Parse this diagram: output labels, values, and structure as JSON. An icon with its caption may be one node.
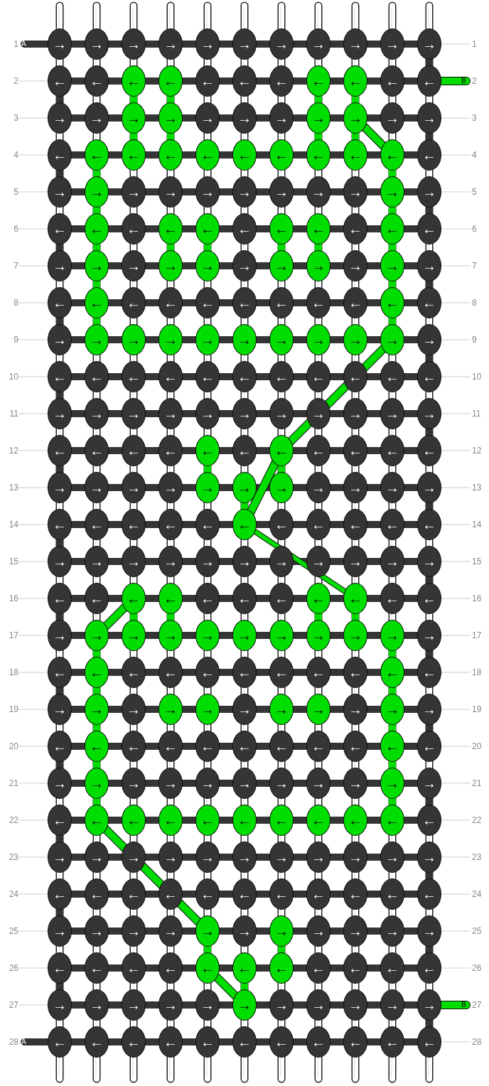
{
  "diagram": {
    "nodes": [
      {
        "text": [
          "→"
        ]
      },
      {
        "text": [
          "→"
        ]
      },
      {
        "text": [
          "→"
        ]
      },
      {
        "text": [
          "→"
        ]
      },
      {
        "text": [
          "→"
        ]
      },
      {
        "text": [
          "→"
        ]
      },
      {
        "text": [
          "→"
        ]
      },
      {
        "text": [
          "→"
        ]
      },
      {
        "text": [
          "→"
        ]
      },
      {
        "text": [
          "→"
        ]
      },
      {
        "text": [
          "→"
        ]
      },
      {
        "text": [
          "←"
        ]
      },
      {
        "text": [
          "←"
        ]
      },
      {
        "text": [
          "←"
        ]
      },
      {
        "text": [
          "←"
        ]
      },
      {
        "text": [
          "←"
        ]
      },
      {
        "text": [
          "←"
        ]
      },
      {
        "text": [
          "←"
        ]
      },
      {
        "text": [
          "←"
        ]
      },
      {
        "text": [
          "←"
        ]
      },
      {
        "text": [
          "←"
        ]
      },
      {
        "text": [
          "←"
        ]
      },
      {
        "text": [
          "→"
        ]
      },
      {
        "text": [
          "→"
        ]
      },
      {
        "text": [
          "→"
        ]
      },
      {
        "text": [
          "→"
        ]
      },
      {
        "text": [
          "→"
        ]
      },
      {
        "text": [
          "→"
        ]
      },
      {
        "text": [
          "→"
        ]
      },
      {
        "text": [
          "→"
        ]
      },
      {
        "text": [
          "→"
        ]
      },
      {
        "text": [
          "→"
        ]
      },
      {
        "text": [
          "→"
        ]
      },
      {
        "text": [
          "←"
        ]
      },
      {
        "text": [
          "←"
        ]
      },
      {
        "text": [
          "←"
        ]
      },
      {
        "text": [
          "←"
        ]
      },
      {
        "text": [
          "←"
        ]
      },
      {
        "text": [
          "←"
        ]
      },
      {
        "text": [
          "←"
        ]
      },
      {
        "text": [
          "←"
        ]
      },
      {
        "text": [
          "←"
        ]
      },
      {
        "text": [
          "←"
        ]
      },
      {
        "text": [
          "←"
        ]
      },
      {
        "text": [
          "→"
        ]
      },
      {
        "text": [
          "→"
        ]
      },
      {
        "text": [
          "→"
        ]
      },
      {
        "text": [
          "→"
        ]
      },
      {
        "text": [
          "→"
        ]
      },
      {
        "text": [
          "→"
        ]
      },
      {
        "text": [
          "→"
        ]
      },
      {
        "text": [
          "→"
        ]
      },
      {
        "text": [
          "→"
        ]
      },
      {
        "text": [
          "→"
        ]
      },
      {
        "text": [
          "→"
        ]
      },
      {
        "text": [
          "←"
        ]
      },
      {
        "text": [
          "←"
        ]
      },
      {
        "text": [
          "←"
        ]
      },
      {
        "text": [
          "←"
        ]
      },
      {
        "text": [
          "←"
        ]
      },
      {
        "text": [
          "←"
        ]
      },
      {
        "text": [
          "←"
        ]
      },
      {
        "text": [
          "←"
        ]
      },
      {
        "text": [
          "←"
        ]
      },
      {
        "text": [
          "←"
        ]
      },
      {
        "text": [
          "←"
        ]
      },
      {
        "text": [
          "→"
        ]
      },
      {
        "text": [
          "→"
        ]
      },
      {
        "text": [
          "→"
        ]
      },
      {
        "text": [
          "→"
        ]
      },
      {
        "text": [
          "→"
        ]
      },
      {
        "text": [
          "→"
        ]
      },
      {
        "text": [
          "→"
        ]
      },
      {
        "text": [
          "→"
        ]
      },
      {
        "text": [
          "→"
        ]
      },
      {
        "text": [
          "→"
        ]
      },
      {
        "text": [
          "→"
        ]
      },
      {
        "text": [
          "←"
        ]
      },
      {
        "text": [
          "←"
        ]
      },
      {
        "text": [
          "←"
        ]
      },
      {
        "text": [
          "←"
        ]
      },
      {
        "text": [
          "←"
        ]
      },
      {
        "text": [
          "←"
        ]
      },
      {
        "text": [
          "←"
        ]
      },
      {
        "text": [
          "←"
        ]
      },
      {
        "text": [
          "←"
        ]
      },
      {
        "text": [
          "←"
        ]
      },
      {
        "text": [
          "←"
        ]
      },
      {
        "text": [
          "→"
        ]
      },
      {
        "text": [
          "→"
        ]
      },
      {
        "text": [
          "→"
        ]
      },
      {
        "text": [
          "→"
        ]
      },
      {
        "text": [
          "→"
        ]
      },
      {
        "text": [
          "→"
        ]
      },
      {
        "text": [
          "→"
        ]
      },
      {
        "text": [
          "→"
        ]
      },
      {
        "text": [
          "→"
        ]
      },
      {
        "text": [
          "→"
        ]
      },
      {
        "text": [
          "→"
        ]
      },
      {
        "text": [
          "←"
        ]
      },
      {
        "text": [
          "←"
        ]
      },
      {
        "text": [
          "←"
        ]
      },
      {
        "text": [
          "←"
        ]
      },
      {
        "text": [
          "←"
        ]
      },
      {
        "text": [
          "←"
        ]
      },
      {
        "text": [
          "←"
        ]
      },
      {
        "text": [
          "←"
        ]
      },
      {
        "text": [
          "←"
        ]
      },
      {
        "text": [
          "←"
        ]
      },
      {
        "text": [
          "←"
        ]
      },
      {
        "text": [
          "→"
        ]
      },
      {
        "text": [
          "→"
        ]
      },
      {
        "text": [
          "→"
        ]
      },
      {
        "text": [
          "→"
        ]
      },
      {
        "text": [
          "→"
        ]
      },
      {
        "text": [
          "→"
        ]
      },
      {
        "text": [
          "→"
        ]
      },
      {
        "text": [
          "→"
        ]
      },
      {
        "text": [
          "→"
        ]
      },
      {
        "text": [
          "→"
        ]
      },
      {
        "text": [
          "→"
        ]
      },
      {
        "text": [
          "←"
        ]
      },
      {
        "text": [
          "←"
        ]
      },
      {
        "text": [
          "←"
        ]
      },
      {
        "text": [
          "←"
        ]
      },
      {
        "text": [
          "←"
        ]
      },
      {
        "text": [
          "←"
        ]
      },
      {
        "text": [
          "←"
        ]
      },
      {
        "text": [
          "←"
        ]
      },
      {
        "text": [
          "←"
        ]
      },
      {
        "text": [
          "←"
        ]
      },
      {
        "text": [
          "←"
        ]
      },
      {
        "text": [
          "→"
        ]
      },
      {
        "text": [
          "→"
        ]
      },
      {
        "text": [
          "→"
        ]
      },
      {
        "text": [
          "→"
        ]
      },
      {
        "text": [
          "→"
        ]
      },
      {
        "text": [
          "→"
        ]
      },
      {
        "text": [
          "→"
        ]
      },
      {
        "text": [
          "→"
        ]
      },
      {
        "text": [
          "→"
        ]
      },
      {
        "text": [
          "→"
        ]
      },
      {
        "text": [
          "→"
        ]
      },
      {
        "text": [
          "←"
        ]
      },
      {
        "text": [
          "←"
        ]
      },
      {
        "text": [
          "←"
        ]
      },
      {
        "text": [
          "←"
        ]
      },
      {
        "text": [
          "←"
        ]
      },
      {
        "text": [
          "←"
        ]
      },
      {
        "text": [
          "←"
        ]
      },
      {
        "text": [
          "←"
        ]
      },
      {
        "text": [
          "←"
        ]
      },
      {
        "text": [
          "←"
        ]
      },
      {
        "text": [
          "←"
        ]
      },
      {
        "text": [
          "→"
        ]
      },
      {
        "text": [
          "→"
        ]
      },
      {
        "text": [
          "→"
        ]
      },
      {
        "text": [
          "→"
        ]
      },
      {
        "text": [
          "→"
        ]
      },
      {
        "text": [
          "→"
        ]
      },
      {
        "text": [
          "→"
        ]
      },
      {
        "text": [
          "→"
        ]
      },
      {
        "text": [
          "→"
        ]
      },
      {
        "text": [
          "→"
        ]
      },
      {
        "text": [
          "→"
        ]
      },
      {
        "text": [
          "←"
        ]
      },
      {
        "text": [
          "←"
        ]
      },
      {
        "text": [
          "←"
        ]
      },
      {
        "text": [
          "←"
        ]
      },
      {
        "text": [
          "←"
        ]
      },
      {
        "text": [
          "←"
        ]
      },
      {
        "text": [
          "←"
        ]
      },
      {
        "text": [
          "←"
        ]
      },
      {
        "text": [
          "←"
        ]
      },
      {
        "text": [
          "←"
        ]
      },
      {
        "text": [
          "←"
        ]
      },
      {
        "text": [
          "→"
        ]
      },
      {
        "text": [
          "→"
        ]
      },
      {
        "text": [
          "→"
        ]
      },
      {
        "text": [
          "→"
        ]
      },
      {
        "text": [
          "→"
        ]
      },
      {
        "text": [
          "→"
        ]
      },
      {
        "text": [
          "→"
        ]
      },
      {
        "text": [
          "→"
        ]
      },
      {
        "text": [
          "→"
        ]
      },
      {
        "text": [
          "→"
        ]
      },
      {
        "text": [
          "→"
        ]
      },
      {
        "text": [
          "←"
        ]
      },
      {
        "text": [
          "←"
        ]
      },
      {
        "text": [
          "←"
        ]
      },
      {
        "text": [
          "←"
        ]
      },
      {
        "text": [
          "←"
        ]
      },
      {
        "text": [
          "←"
        ]
      },
      {
        "text": [
          "←"
        ]
      },
      {
        "text": [
          "←"
        ]
      },
      {
        "text": [
          "←"
        ]
      },
      {
        "text": [
          "←"
        ]
      },
      {
        "text": [
          "←"
        ]
      },
      {
        "text": [
          "→"
        ]
      },
      {
        "text": [
          "→"
        ]
      },
      {
        "text": [
          "→"
        ]
      },
      {
        "text": [
          "→"
        ]
      },
      {
        "text": [
          "→"
        ]
      },
      {
        "text": [
          "→"
        ]
      },
      {
        "text": [
          "→"
        ]
      },
      {
        "text": [
          "→"
        ]
      },
      {
        "text": [
          "→"
        ]
      },
      {
        "text": [
          "→"
        ]
      },
      {
        "text": [
          "→"
        ]
      },
      {
        "text": [
          "←"
        ]
      },
      {
        "text": [
          "←"
        ]
      },
      {
        "text": [
          "←"
        ]
      },
      {
        "text": [
          "←"
        ]
      },
      {
        "text": [
          "←"
        ]
      },
      {
        "text": [
          "←"
        ]
      },
      {
        "text": [
          "←"
        ]
      },
      {
        "text": [
          "←"
        ]
      },
      {
        "text": [
          "←"
        ]
      },
      {
        "text": [
          "←"
        ]
      },
      {
        "text": [
          "←"
        ]
      },
      {
        "text": [
          "→"
        ]
      },
      {
        "text": [
          "→"
        ]
      },
      {
        "text": [
          "→"
        ]
      },
      {
        "text": [
          "→"
        ]
      },
      {
        "text": [
          "→"
        ]
      },
      {
        "text": [
          "→"
        ]
      },
      {
        "text": [
          "→"
        ]
      },
      {
        "text": [
          "→"
        ]
      },
      {
        "text": [
          "→"
        ]
      },
      {
        "text": [
          "→"
        ]
      },
      {
        "text": [
          "→"
        ]
      },
      {
        "text": [
          "←"
        ]
      },
      {
        "text": [
          "←"
        ]
      },
      {
        "text": [
          "←"
        ]
      },
      {
        "text": [
          "←"
        ]
      },
      {
        "text": [
          "←"
        ]
      },
      {
        "text": [
          "←"
        ]
      },
      {
        "text": [
          "←"
        ]
      },
      {
        "text": [
          "←"
        ]
      },
      {
        "text": [
          "←"
        ]
      },
      {
        "text": [
          "←"
        ]
      },
      {
        "text": [
          "←"
        ]
      },
      {
        "text": [
          "→"
        ]
      },
      {
        "text": [
          "→"
        ]
      },
      {
        "text": [
          "→"
        ]
      },
      {
        "text": [
          "→"
        ]
      },
      {
        "text": [
          "→"
        ]
      },
      {
        "text": [
          "→"
        ]
      },
      {
        "text": [
          "→"
        ]
      },
      {
        "text": [
          "→"
        ]
      },
      {
        "text": [
          "→"
        ]
      },
      {
        "text": [
          "→"
        ]
      },
      {
        "text": [
          "→"
        ]
      },
      {
        "text": [
          "←"
        ]
      },
      {
        "text": [
          "←"
        ]
      },
      {
        "text": [
          "←"
        ]
      },
      {
        "text": [
          "←"
        ]
      },
      {
        "text": [
          "←"
        ]
      },
      {
        "text": [
          "←"
        ]
      },
      {
        "text": [
          "←"
        ]
      },
      {
        "text": [
          "←"
        ]
      },
      {
        "text": [
          "←"
        ]
      },
      {
        "text": [
          "←"
        ]
      },
      {
        "text": [
          "←"
        ]
      },
      {
        "text": [
          "→"
        ]
      },
      {
        "text": [
          "→"
        ]
      },
      {
        "text": [
          "→"
        ]
      },
      {
        "text": [
          "→"
        ]
      },
      {
        "text": [
          "→"
        ]
      },
      {
        "text": [
          "→"
        ]
      },
      {
        "text": [
          "→"
        ]
      },
      {
        "text": [
          "→"
        ]
      },
      {
        "text": [
          "→"
        ]
      },
      {
        "text": [
          "→"
        ]
      },
      {
        "text": [
          "→"
        ]
      },
      {
        "text": [
          "←"
        ]
      },
      {
        "text": [
          "←"
        ]
      },
      {
        "text": [
          "←"
        ]
      },
      {
        "text": [
          "←"
        ]
      },
      {
        "text": [
          "←"
        ]
      },
      {
        "text": [
          "←"
        ]
      },
      {
        "text": [
          "←"
        ]
      },
      {
        "text": [
          "←"
        ]
      },
      {
        "text": [
          "←"
        ]
      },
      {
        "text": [
          "←"
        ]
      },
      {
        "text": [
          "←"
        ]
      },
      {
        "text": [
          "→"
        ]
      },
      {
        "text": [
          "→"
        ]
      },
      {
        "text": [
          "→"
        ]
      },
      {
        "text": [
          "→"
        ]
      },
      {
        "text": [
          "→"
        ]
      },
      {
        "text": [
          "→"
        ]
      },
      {
        "text": [
          "→"
        ]
      },
      {
        "text": [
          "→"
        ]
      },
      {
        "text": [
          "→"
        ]
      },
      {
        "text": [
          "→"
        ]
      },
      {
        "text": [
          "→"
        ]
      },
      {
        "text": [
          "←"
        ]
      },
      {
        "text": [
          "←"
        ]
      },
      {
        "text": [
          "←"
        ]
      },
      {
        "text": [
          "←"
        ]
      },
      {
        "text": [
          "←"
        ]
      },
      {
        "text": [
          "←"
        ]
      },
      {
        "text": [
          "←"
        ]
      },
      {
        "text": [
          "←"
        ]
      },
      {
        "text": [
          "←"
        ]
      },
      {
        "text": [
          "←"
        ]
      },
      {
        "text": [
          "←"
        ]
      }
    ],
    "labels": [
      "1",
      "A",
      "1",
      "2",
      "B",
      "2",
      "3",
      "3",
      "4",
      "4",
      "5",
      "5",
      "6",
      "6",
      "7",
      "7",
      "8",
      "8",
      "9",
      "9",
      "10",
      "10",
      "11",
      "11",
      "12",
      "12",
      "13",
      "13",
      "14",
      "14",
      "15",
      "15",
      "16",
      "16",
      "17",
      "17",
      "18",
      "18",
      "19",
      "19",
      "20",
      "20",
      "21",
      "21",
      "22",
      "22",
      "23",
      "23",
      "24",
      "24",
      "25",
      "25",
      "26",
      "26",
      "27",
      "B",
      "27",
      "28",
      "A",
      "28"
    ]
  }
}
